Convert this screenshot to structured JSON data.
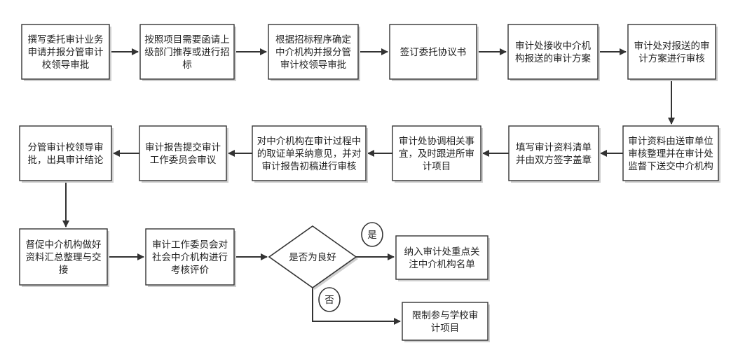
{
  "colors": {
    "box_fill": "#ffffff",
    "box_stroke": "#333333",
    "edge": "#333333",
    "text": "#222222",
    "shadow": "#cfcfcf"
  },
  "nodes": {
    "n1": {
      "lines": [
        "撰写委托审计业务",
        "申请并报分管审计",
        "校领导审批"
      ]
    },
    "n2": {
      "lines": [
        "按照项目需要函请上",
        "级部门推荐或进行招",
        "标"
      ]
    },
    "n3": {
      "lines": [
        "根据招标程序确定",
        "中介机构并报分管",
        "审计校领导审批"
      ]
    },
    "n4": {
      "lines": [
        "签订委托协议书"
      ]
    },
    "n5": {
      "lines": [
        "审计处接收中介机",
        "构报送的审计方案"
      ]
    },
    "n6": {
      "lines": [
        "审计处对报送的审",
        "计方案进行审核"
      ]
    },
    "n7": {
      "lines": [
        "审计资料由送审单位",
        "审核整理并在审计处",
        "监督下送交中介机构"
      ]
    },
    "n8": {
      "lines": [
        "填写审计资料清单",
        "并由双方签字盖章"
      ]
    },
    "n9": {
      "lines": [
        "审计处协调相关事",
        "宜，及时跟进所审",
        "计项目"
      ]
    },
    "n10": {
      "lines": [
        "对中介机构在审计过程中",
        "的取证单采纳意见，并对",
        "审计报告初稿进行审核"
      ]
    },
    "n11": {
      "lines": [
        "审计报告提交审计",
        "工作委员会审议"
      ]
    },
    "n12": {
      "lines": [
        "分管审计校领导审",
        "批，出具审计结论"
      ]
    },
    "n13": {
      "lines": [
        "督促中介机构做好",
        "资料汇总整理与交",
        "接"
      ]
    },
    "n14": {
      "lines": [
        "审计工作委员会对",
        "社会中介机构进行",
        "考核评价"
      ]
    },
    "n15": {
      "lines": [
        "是否为良好"
      ]
    },
    "n16": {
      "lines": [
        "纳入审计处重点关",
        "注中介机构名单"
      ]
    },
    "n17": {
      "lines": [
        "限制参与学校审",
        "计项目"
      ]
    }
  },
  "labels": {
    "yes": "是",
    "no": "否"
  },
  "edges": [
    {
      "from": "n1",
      "to": "n2"
    },
    {
      "from": "n2",
      "to": "n3"
    },
    {
      "from": "n3",
      "to": "n4"
    },
    {
      "from": "n4",
      "to": "n5"
    },
    {
      "from": "n5",
      "to": "n6"
    },
    {
      "from": "n6",
      "to": "n7"
    },
    {
      "from": "n7",
      "to": "n8"
    },
    {
      "from": "n8",
      "to": "n9"
    },
    {
      "from": "n9",
      "to": "n10"
    },
    {
      "from": "n10",
      "to": "n11"
    },
    {
      "from": "n11",
      "to": "n12"
    },
    {
      "from": "n12",
      "to": "n13"
    },
    {
      "from": "n13",
      "to": "n14"
    },
    {
      "from": "n14",
      "to": "n15"
    },
    {
      "from": "n15",
      "to": "n16",
      "label": "yes"
    },
    {
      "from": "n15",
      "to": "n17",
      "label": "no"
    }
  ]
}
